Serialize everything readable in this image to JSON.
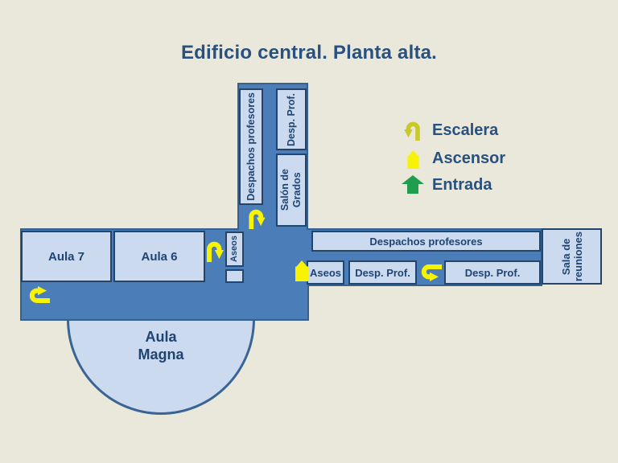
{
  "title": "Edificio central. Planta alta.",
  "colors": {
    "background": "#eae8db",
    "corridor": "#4b7db9",
    "corridor_border": "#36618e",
    "room_fill": "#cbdaef",
    "room_border": "#24456b",
    "room_text": "#1f4472",
    "title_text": "#29517f",
    "legend_yellow": "#c9ca28",
    "plan_yellow": "#f8f304",
    "entrance_green": "#1f9e4d"
  },
  "legend": {
    "items": [
      {
        "icon": "stairs-u-turn-arrow-icon",
        "label": "Escalera"
      },
      {
        "icon": "elevator-icon",
        "label": "Ascensor"
      },
      {
        "icon": "entrance-up-arrow-icon",
        "label": "Entrada"
      }
    ]
  },
  "rooms": {
    "aula7": {
      "label": "Aula 7"
    },
    "aula6": {
      "label": "Aula 6"
    },
    "aseos_left": {
      "label": "Aseos"
    },
    "despachos_vertical": {
      "label": "Despachos profesores"
    },
    "desp_prof_vertical": {
      "label": "Desp. Prof."
    },
    "salon_grados": {
      "line1": "Salón de",
      "line2": "Grados"
    },
    "despachos_horizontal": {
      "label": "Despachos profesores"
    },
    "aseos_right": {
      "label": "Aseos"
    },
    "desp_prof_1": {
      "label": "Desp. Prof."
    },
    "desp_prof_2": {
      "label": "Desp. Prof."
    },
    "sala_reuniones": {
      "line1": "Sala de",
      "line2": "reuniones"
    },
    "aula_magna": {
      "line1": "Aula",
      "line2": "Magna"
    }
  },
  "plan_icons": [
    {
      "name": "stairs-arrow-icon",
      "location": "vertical-corridor-bottom"
    },
    {
      "name": "stairs-arrow-icon",
      "location": "right-of-aula6"
    },
    {
      "name": "stairs-arrow-icon",
      "location": "corridor-bottom-left"
    },
    {
      "name": "stairs-arrow-icon",
      "location": "between-desp-prof-rooms"
    },
    {
      "name": "elevator-icon",
      "location": "left-of-aseos-right"
    }
  ]
}
